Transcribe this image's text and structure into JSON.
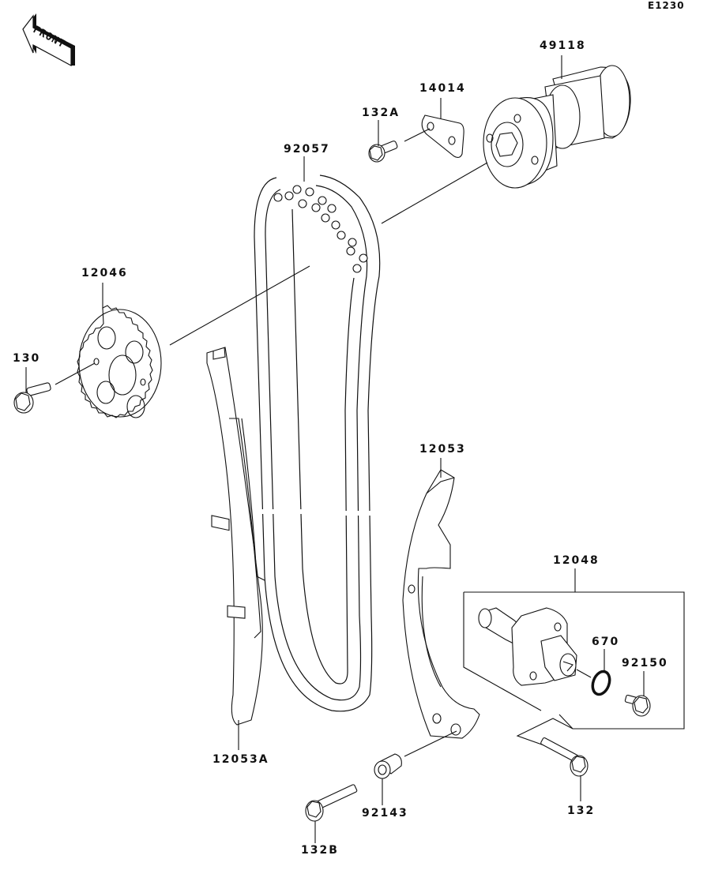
{
  "diagram": {
    "code": "E1230",
    "front_marker": "FRONT",
    "parts": [
      {
        "id": "49118",
        "label": "49118",
        "name": "camshaft"
      },
      {
        "id": "14014",
        "label": "14014",
        "name": "plate"
      },
      {
        "id": "132A",
        "label": "132A",
        "name": "bolt"
      },
      {
        "id": "92057",
        "label": "92057",
        "name": "timing-chain"
      },
      {
        "id": "12046",
        "label": "12046",
        "name": "cam-sprocket"
      },
      {
        "id": "130",
        "label": "130",
        "name": "bolt"
      },
      {
        "id": "12053",
        "label": "12053",
        "name": "chain-tensioner-guide"
      },
      {
        "id": "12053A",
        "label": "12053A",
        "name": "chain-guide"
      },
      {
        "id": "12048",
        "label": "12048",
        "name": "tensioner-assembly"
      },
      {
        "id": "670",
        "label": "670",
        "name": "o-ring"
      },
      {
        "id": "92150",
        "label": "92150",
        "name": "bolt"
      },
      {
        "id": "92143",
        "label": "92143",
        "name": "collar"
      },
      {
        "id": "132B",
        "label": "132B",
        "name": "bolt"
      },
      {
        "id": "132",
        "label": "132",
        "name": "bolt"
      }
    ]
  }
}
